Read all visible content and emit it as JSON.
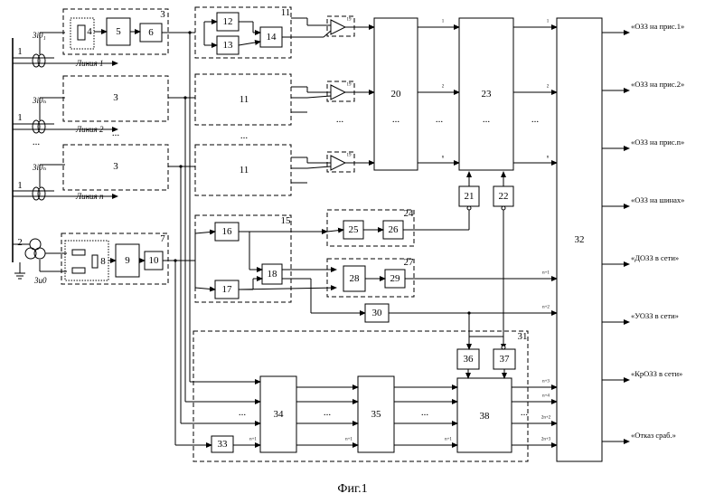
{
  "caption": "Фиг.1",
  "block_numbers": {
    "b3": "3",
    "b3b": "3",
    "b3c": "3",
    "b4": "4",
    "b5": "5",
    "b6": "6",
    "b7": "7",
    "b8": "8",
    "b9": "9",
    "b10": "10",
    "b11": "11",
    "b11b": "11",
    "b11c": "11",
    "b12": "12",
    "b13": "13",
    "b14": "14",
    "b15": "15",
    "b16": "16",
    "b17": "17",
    "b18": "18",
    "b19": "19",
    "b19b": "19",
    "b19c": "19",
    "b20": "20",
    "b21": "21",
    "b22": "22",
    "b23": "23",
    "b24": "24",
    "b25": "25",
    "b26": "26",
    "b27": "27",
    "b28": "28",
    "b29": "29",
    "b30": "30",
    "b31": "31",
    "b32": "32",
    "b33": "33",
    "b34": "34",
    "b35": "35",
    "b36": "36",
    "b37": "37",
    "b38": "38"
  },
  "left_labels": {
    "sensor1": "1",
    "sensor2": "1",
    "sensor3": "1",
    "transformer": "2",
    "i1": "3i0₁",
    "i2": "3i0ₙ",
    "i3": "3i0ₙ",
    "u0": "3u0",
    "line1": "Линия 1",
    "line2": "Линия 2",
    "linen": "Линия n"
  },
  "ellipsis": "...",
  "outputs": [
    "«ОЗЗ на прис.1»",
    "«ОЗЗ на прис.2»",
    "«ОЗЗ на прис.n»",
    "«ОЗЗ на шинах»",
    "«ДОЗЗ в сети»",
    "«УОЗЗ в сети»",
    "«КрОЗЗ в сети»",
    "«Отказ сраб.»"
  ],
  "port_labels": {
    "p1": "1",
    "p2": "2",
    "pn": "n",
    "pn1": "n+1",
    "pn2": "n+2",
    "pn3": "n+3",
    "pn4": "n+4",
    "p2n2": "2n+2",
    "p2n3": "2n+3"
  }
}
